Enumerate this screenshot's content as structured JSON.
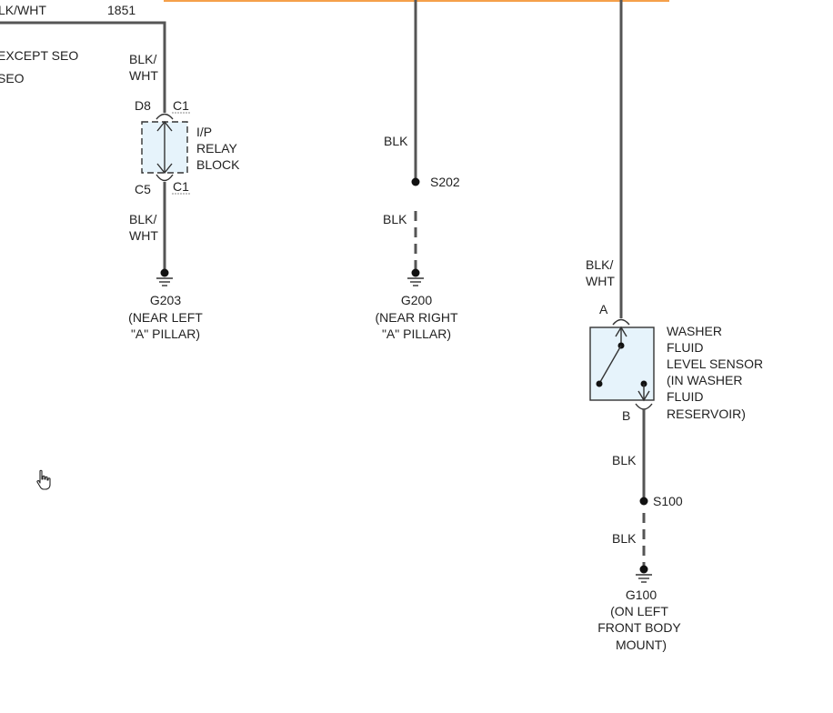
{
  "top_wire": {
    "label": "LK/WHT",
    "circuit": "1851",
    "accent_color": "#f5a04a"
  },
  "options": {
    "except_seo": "EXCEPT SEO",
    "seo": "SEO"
  },
  "ip_relay": {
    "wire_top": [
      "BLK/",
      "WHT"
    ],
    "pin_top": "D8",
    "conn_top": "C1",
    "name": [
      "I/P",
      "RELAY",
      "BLOCK"
    ],
    "pin_bottom": "C5",
    "conn_bottom": "C1",
    "wire_bottom": [
      "BLK/",
      "WHT"
    ]
  },
  "g203": {
    "id": "G203",
    "desc": [
      "(NEAR LEFT",
      "\"A\" PILLAR)"
    ]
  },
  "middle": {
    "wire_top": "BLK",
    "splice": "S202",
    "wire_bottom": "BLK"
  },
  "g200": {
    "id": "G200",
    "desc": [
      "(NEAR RIGHT",
      "\"A\" PILLAR)"
    ]
  },
  "washer": {
    "wire_top": [
      "BLK/",
      "WHT"
    ],
    "pin_a": "A",
    "pin_b": "B",
    "name": [
      "WASHER",
      "FLUID",
      "LEVEL SENSOR",
      "(IN WASHER",
      "FLUID",
      "RESERVOIR)"
    ]
  },
  "right_lower": {
    "wire_top": "BLK",
    "splice": "S100",
    "wire_bottom": "BLK"
  },
  "g100": {
    "id": "G100",
    "desc": [
      "(ON LEFT",
      "FRONT BODY",
      "MOUNT)"
    ]
  },
  "icons": {
    "ground": "ground-symbol-icon",
    "cursor": "hand-pointer-icon"
  }
}
